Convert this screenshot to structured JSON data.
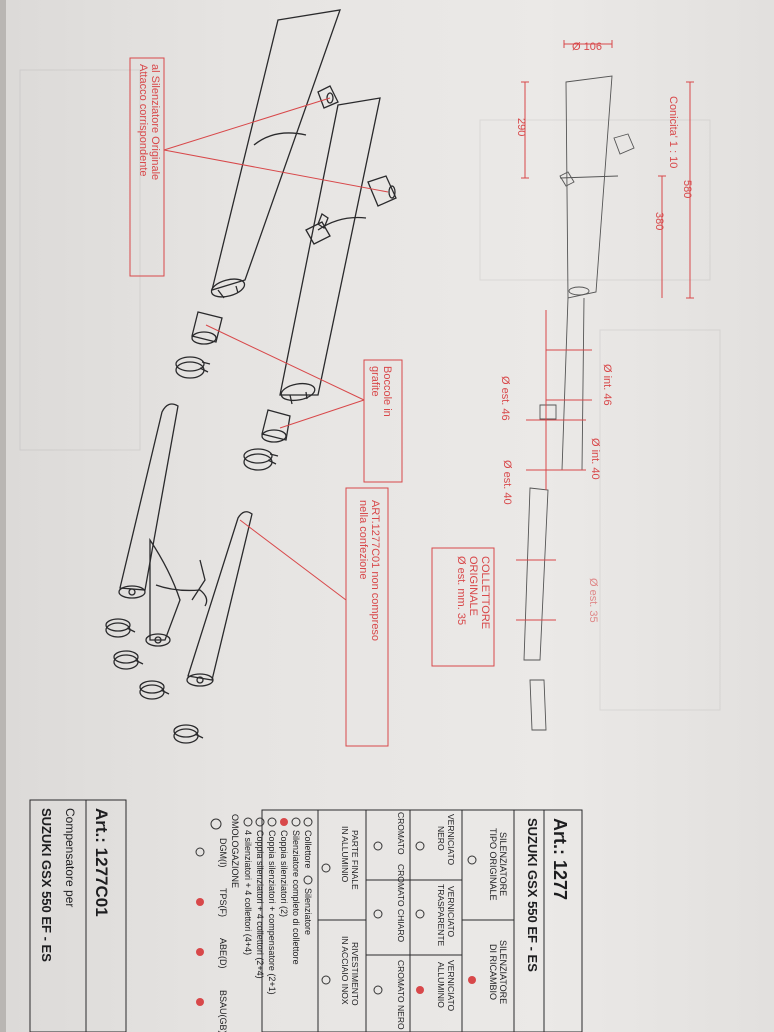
{
  "colors": {
    "accent": "#d8484a",
    "line": "#2a2a2c",
    "paper": "#e8e6e4"
  },
  "callouts": {
    "attacco": [
      "Attacco corrispondente",
      "al Silenziatore Originale"
    ],
    "boccole": [
      "Boccole in",
      "grafite"
    ],
    "art_note": [
      "ART.1277C01 non compreso",
      "nella confezione"
    ],
    "collettore": [
      "COLLETTORE",
      "ORIGINALE",
      "Ø est. mm. 35"
    ]
  },
  "dimensions": {
    "d106": "Ø 106",
    "conicita": "Conicita' 1 : 10",
    "l290": "290",
    "l580": "580",
    "l380": "380",
    "int46": "Ø int. 46",
    "est46": "Ø est. 46",
    "int40": "Ø int. 40",
    "est40": "Ø est. 40",
    "est35": "Ø est. 35"
  },
  "table_1277": {
    "art": "Art.: 1277",
    "model": "SUZUKI GSX 550 EF - ES",
    "headers": [
      [
        "SILENZIATORE",
        "TIPO ORIGINALE"
      ],
      [
        "SILENZIATORE",
        "DI RICAMBIO"
      ]
    ],
    "finish_row1": [
      [
        "VERNICIATO",
        "NERO"
      ],
      [
        "VERNICIATO",
        "TRASPARENTE"
      ],
      [
        "VERNICIATO",
        "ALLUMINIO"
      ]
    ],
    "finish_row2": [
      "CROMATO",
      "CROMATO CHIARO",
      "CROMATO NERO"
    ],
    "finish_row3": [
      [
        "PARTE FINALE",
        "IN ALLUMINIO"
      ],
      [
        "RIVESTIMENTO",
        "IN ACCIAIO INOX"
      ]
    ],
    "options": [
      "Collettore",
      "Silenziatore",
      "Silenziatore completo di collettore",
      "Coppia silenziatori (2)",
      "Coppia silenziatori + compensatore (2+1)",
      "Coppia silenziatori + 4 collettori (2+4)",
      "4 silenziatori + 4 collettori (4+4)"
    ],
    "omologazione": "OMOLOGAZIONE",
    "approvals": [
      "DGM(I)",
      "TPS(F)",
      "ABE(D)",
      "BSAU(GB)"
    ]
  },
  "table_1277c01": {
    "art": "Art.: 1277C01",
    "desc": "Compensatore per",
    "model": "SUZUKI GSX 550 EF - ES"
  }
}
